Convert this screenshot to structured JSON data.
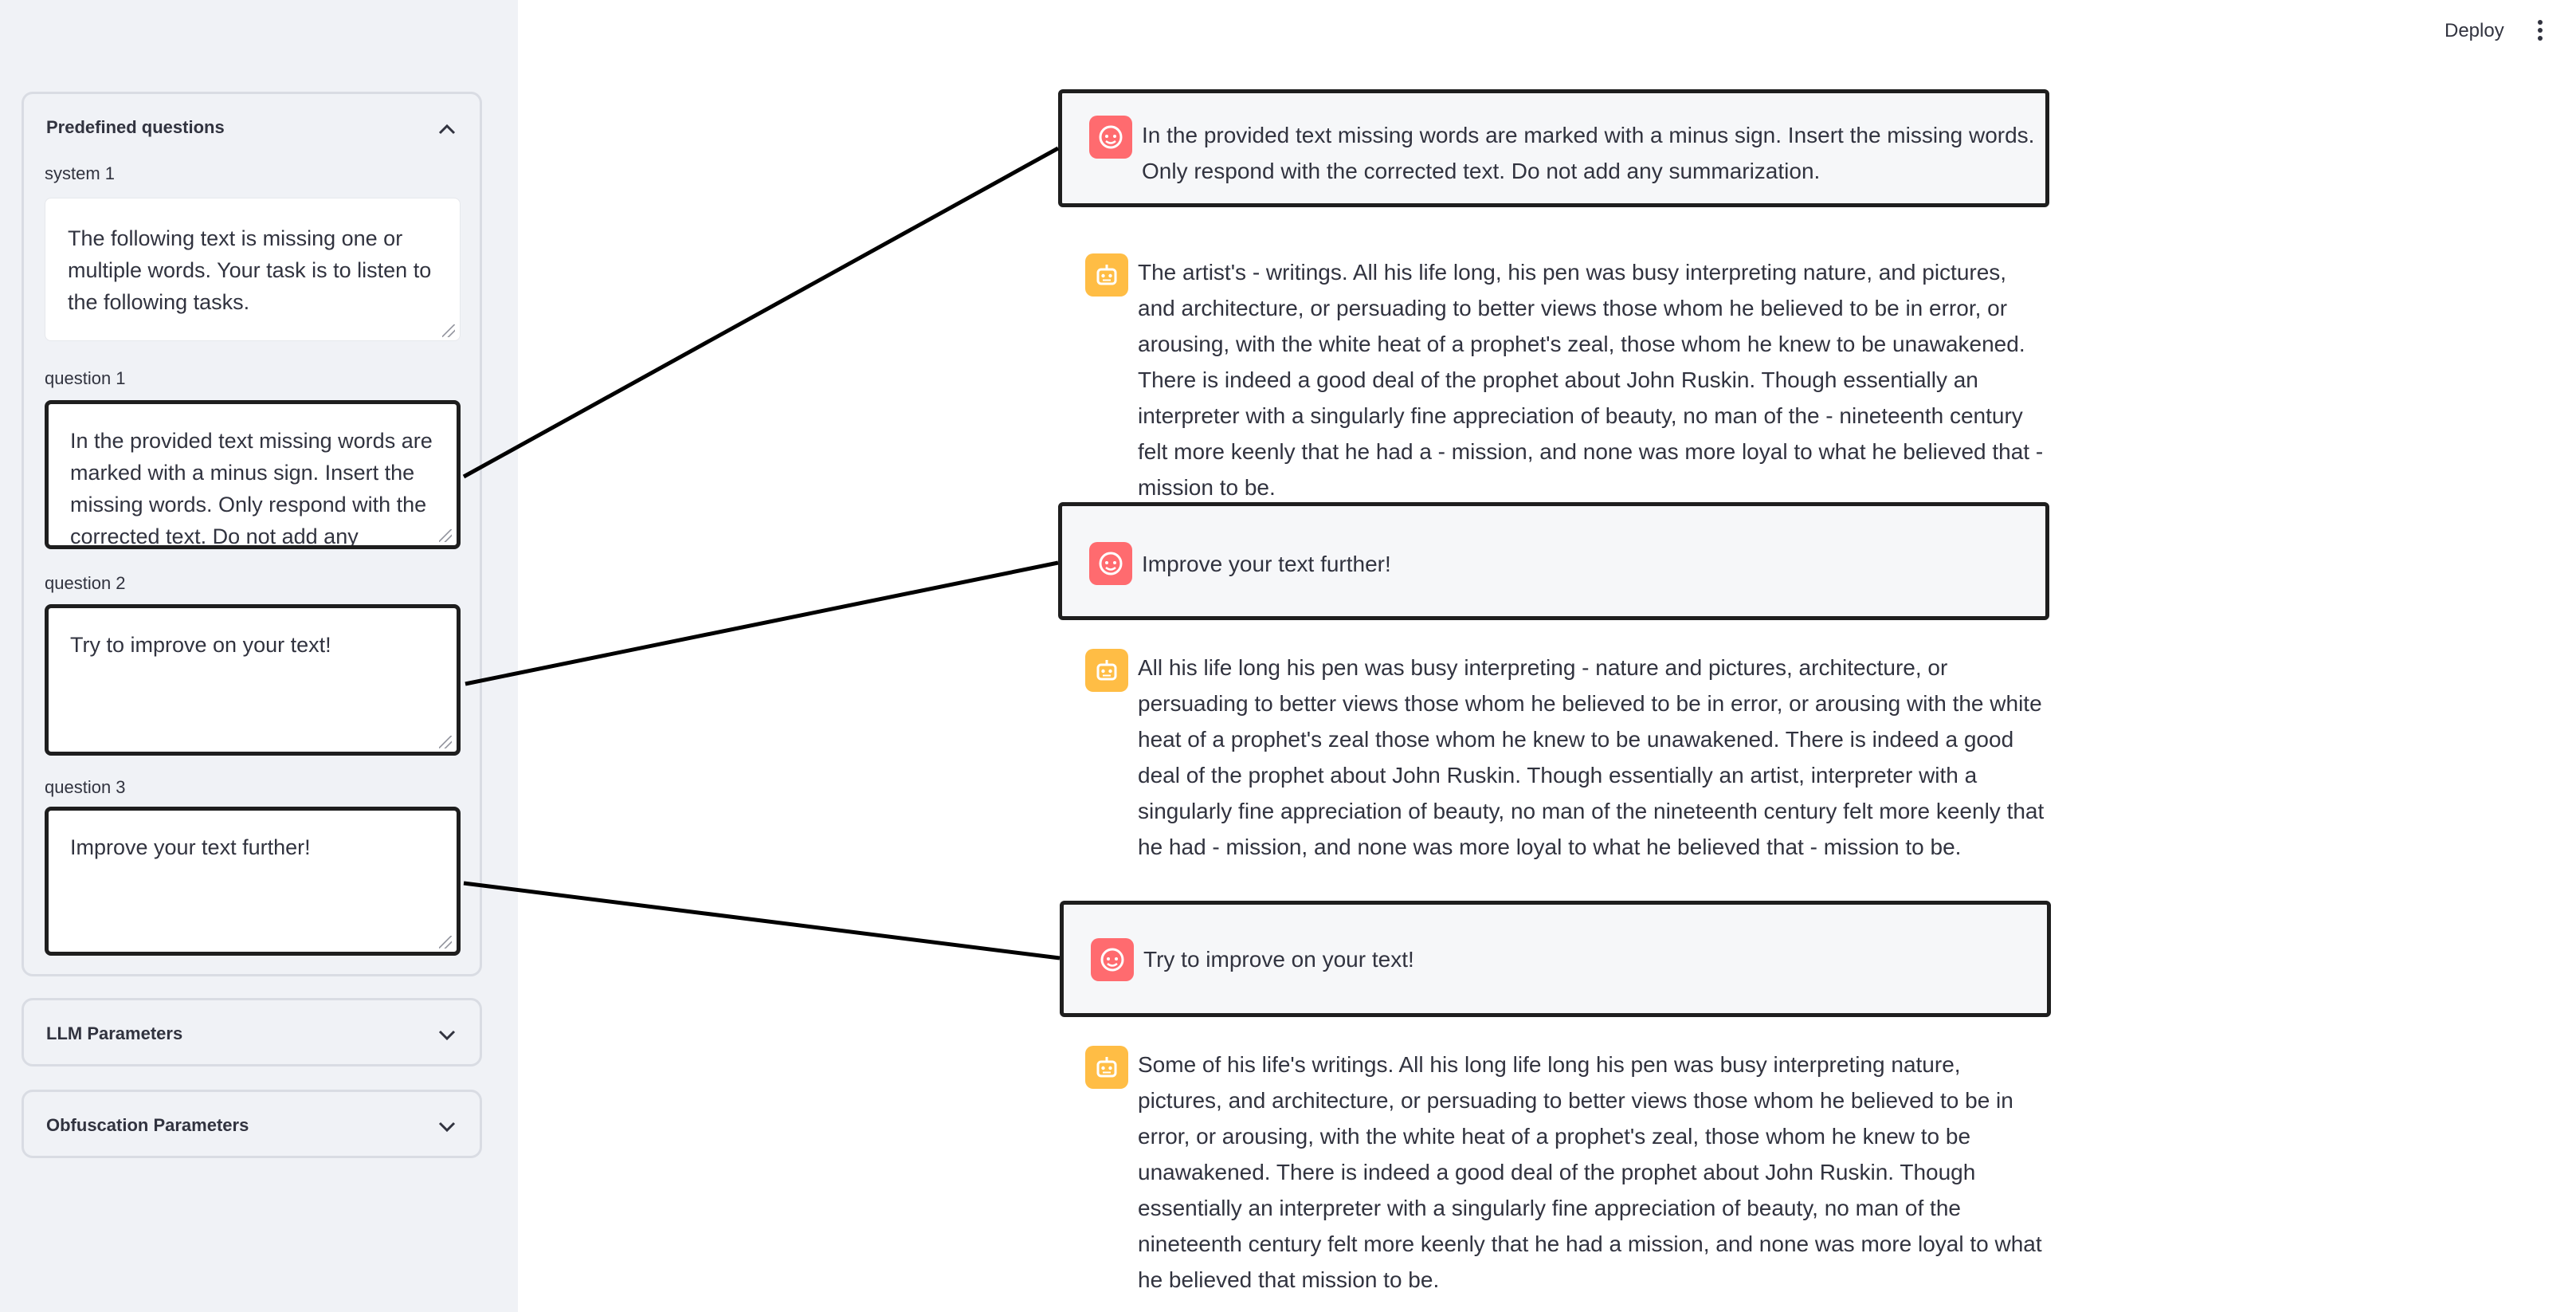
{
  "header": {
    "deploy_label": "Deploy",
    "menu_icon": "kebab-menu-icon"
  },
  "sidebar": {
    "expander_predefined": {
      "title": "Predefined questions",
      "fields": [
        {
          "label": "system 1",
          "value": "The following text is missing one or multiple words. Your task is to listen to the following tasks."
        },
        {
          "label": "question 1",
          "value": "In the provided text missing words are marked with a minus sign. Insert the missing words. Only respond with the corrected text. Do not add any summarization."
        },
        {
          "label": "question 2",
          "value": "Try to improve on your text!"
        },
        {
          "label": "question 3",
          "value": "Improve your text further!"
        }
      ]
    },
    "expander_llm": {
      "title": "LLM Parameters"
    },
    "expander_obfuscation": {
      "title": "Obfuscation Parameters"
    }
  },
  "chat": [
    {
      "role": "user",
      "text": "In the provided text missing words are marked with a minus sign. Insert the missing words. Only respond with the corrected text. Do not add any summarization."
    },
    {
      "role": "assistant",
      "text": "The artist's - writings. All his life long, his pen was busy interpreting nature, and pictures, and architecture, or persuading to better views those whom he believed to be in error, or arousing, with the white heat of a prophet's zeal, those whom he knew to be unawakened. There is indeed a good deal of the prophet about John Ruskin. Though essentially an interpreter with a singularly fine appreciation of beauty, no man of the - nineteenth century felt more keenly that he had a - mission, and none was more loyal to what he believed that - mission to be."
    },
    {
      "role": "user",
      "text": "Improve your text further!"
    },
    {
      "role": "assistant",
      "text": "All his life long his pen was busy interpreting - nature and pictures, architecture, or persuading to better views those whom he believed to be in error, or arousing with the white heat of a prophet's zeal those whom he knew to be unawakened. There is indeed a good deal of the prophet about John Ruskin. Though essentially an artist, interpreter with a singularly fine appreciation of beauty, no man of the nineteenth century felt more keenly that he had - mission, and none was more loyal to what he believed that - mission to be."
    },
    {
      "role": "user",
      "text": "Try to improve on your text!"
    },
    {
      "role": "assistant",
      "text": "Some of his life's writings. All his long life long his pen was busy interpreting nature, pictures, and architecture, or persuading to better views those whom he believed to be in error, or arousing, with the white heat of a prophet's zeal, those whom he knew to be unawakened. There is indeed a good deal of the prophet about John Ruskin. Though essentially an interpreter with a singularly fine appreciation of beauty, no man of the nineteenth century felt more keenly that he had a mission, and none was more loyal to what he believed that mission to be."
    }
  ],
  "colors": {
    "user_avatar": "#ff6b6f",
    "assistant_avatar": "#ffbd45",
    "sidebar_bg": "#f0f2f6"
  }
}
